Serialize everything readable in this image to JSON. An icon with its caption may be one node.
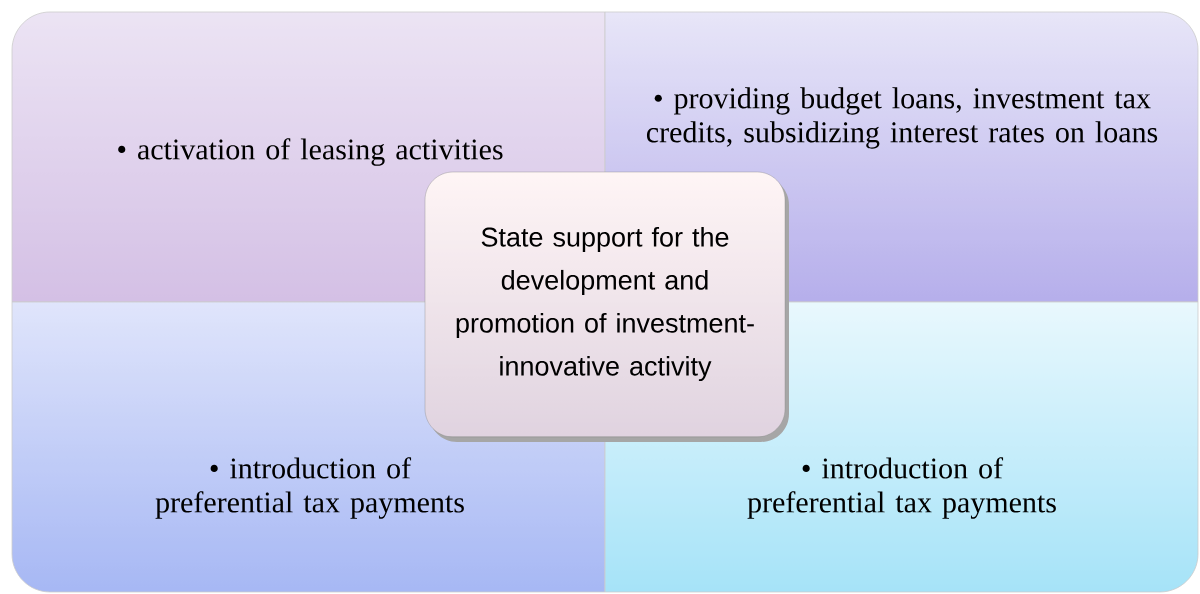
{
  "diagram": {
    "nodes": [
      {
        "text": [
          "• activation of leasing activities"
        ]
      },
      {
        "text": [
          "• providing budget loans, investment tax credits, subsidizing interest rates on loans"
        ]
      },
      {
        "text": [
          "State support for the development and promotion of investment-innovative activity"
        ]
      },
      {
        "text": [
          "• introduction of preferential tax payments"
        ]
      },
      {
        "text": [
          "• introduction of preferential tax payments"
        ]
      }
    ]
  }
}
